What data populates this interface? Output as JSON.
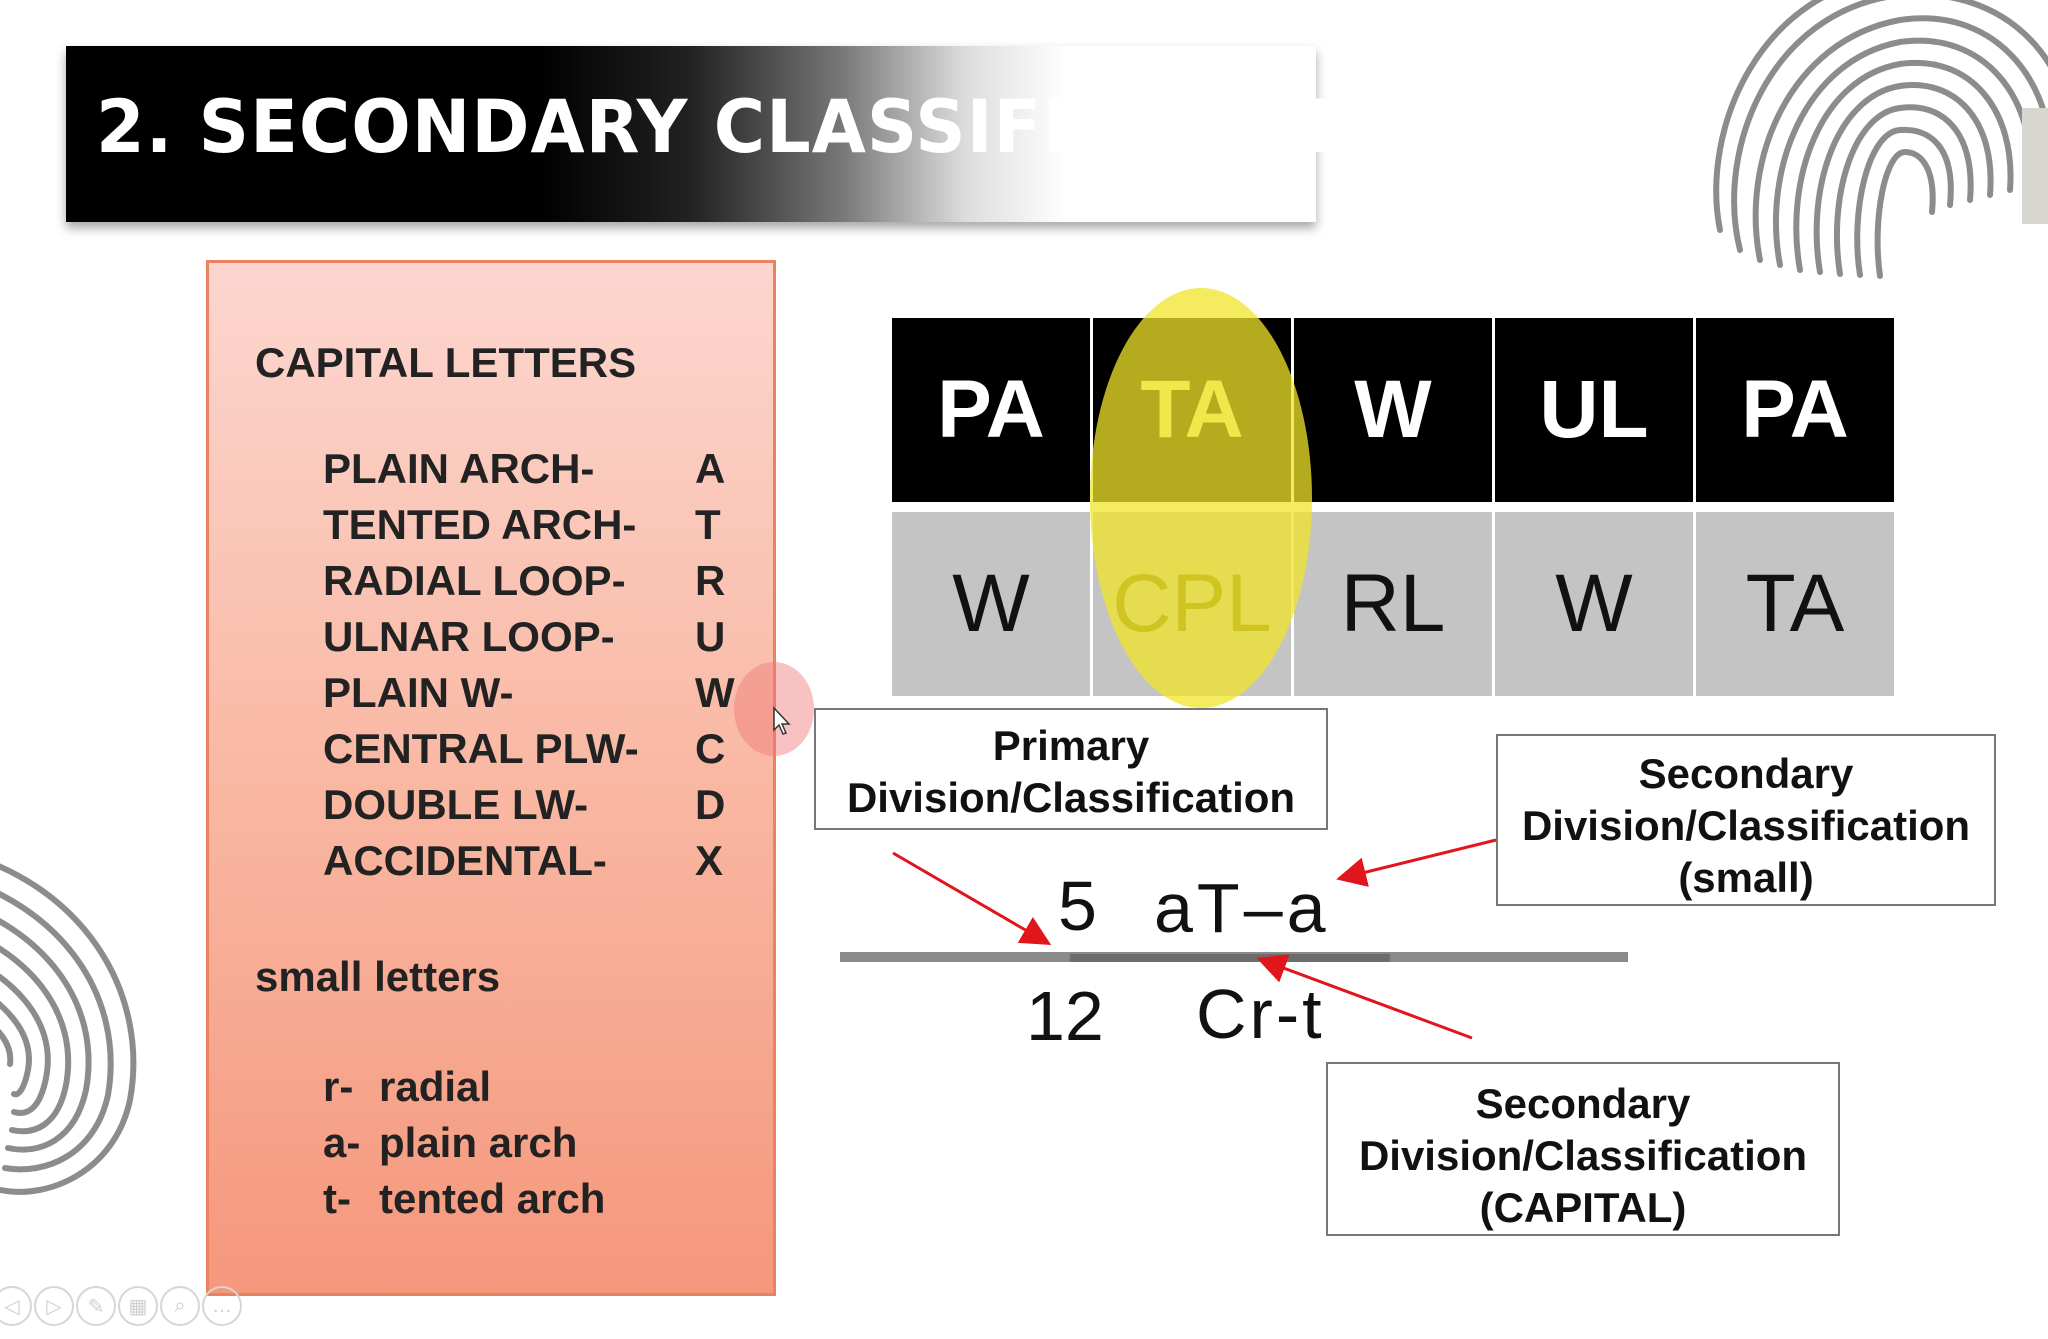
{
  "slide": {
    "title": "2. SECONDARY CLASSIFICATION"
  },
  "legend": {
    "capital_heading": "CAPITAL LETTERS",
    "capital_items": [
      {
        "label": "PLAIN ARCH-",
        "code": "A"
      },
      {
        "label": "TENTED ARCH-",
        "code": "T"
      },
      {
        "label": "RADIAL LOOP-",
        "code": "R"
      },
      {
        "label": "ULNAR LOOP-",
        "code": "U"
      },
      {
        "label": "PLAIN W-",
        "code": "W"
      },
      {
        "label": "CENTRAL PLW-",
        "code": "C"
      },
      {
        "label": "DOUBLE LW-",
        "code": "D"
      },
      {
        "label": "ACCIDENTAL-",
        "code": "X"
      }
    ],
    "small_heading": "small letters",
    "small_items": [
      {
        "code": "r-",
        "label": "radial"
      },
      {
        "code": "a-",
        "label": "plain arch"
      },
      {
        "code": "t-",
        "label": "tented arch"
      }
    ]
  },
  "table": {
    "top_row": [
      "PA",
      "TA",
      "W",
      "UL",
      "PA"
    ],
    "bottom_row": [
      "W",
      "CPL",
      "RL",
      "W",
      "TA"
    ],
    "highlighted_column": 1
  },
  "labels": {
    "primary": [
      "Primary",
      "Division/Classification"
    ],
    "secondary_small": [
      "Secondary",
      "Division/Classification",
      "(small)"
    ],
    "secondary_capital": [
      "Secondary",
      "Division/Classification",
      "(CAPITAL)"
    ]
  },
  "formula": {
    "numerator_primary": "5",
    "numerator_secondary": "aT–a",
    "denominator_primary": "12",
    "denominator_secondary": "Cr-t"
  },
  "colors": {
    "legend_border": "#e9825f",
    "highlight": "#f0e428",
    "arrow": "#e0161c",
    "table_header_bg": "#000000",
    "table_body_bg": "#c4c4c4"
  },
  "toolbar": {
    "buttons": [
      {
        "icon": "previous-icon",
        "glyph": "◁"
      },
      {
        "icon": "next-icon",
        "glyph": "▷"
      },
      {
        "icon": "pen-icon",
        "glyph": "✎"
      },
      {
        "icon": "slides-grid-icon",
        "glyph": "▦"
      },
      {
        "icon": "zoom-icon",
        "glyph": "⌕"
      },
      {
        "icon": "more-options-icon",
        "glyph": "…"
      }
    ]
  }
}
